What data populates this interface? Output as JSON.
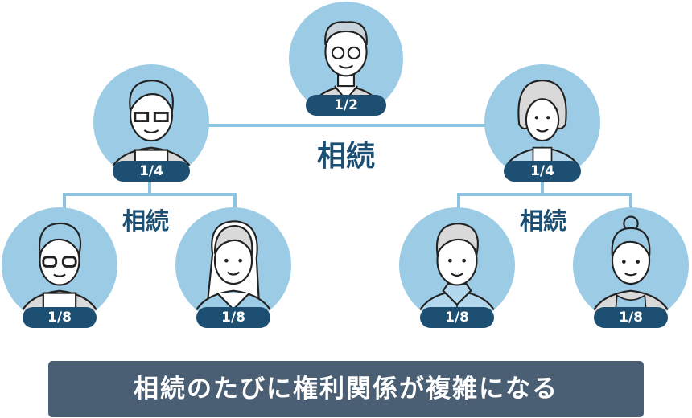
{
  "colors": {
    "circle_fill": "#9ccbe6",
    "line": "#8cc3e0",
    "badge_fill": "#1d4f73",
    "label_text": "#1d4f73",
    "banner_fill": "#4a5f73",
    "banner_text": "#ffffff"
  },
  "tree": {
    "root": {
      "person": "elderly-man-with-glasses",
      "share": "1/2"
    },
    "level1_label": "相続",
    "left_parent": {
      "person": "older-woman-with-glasses",
      "share": "1/4"
    },
    "right_parent": {
      "person": "older-woman-bob-hair",
      "share": "1/4"
    },
    "left_children_label": "相続",
    "right_children_label": "相続",
    "left_children": [
      {
        "person": "young-man-with-glasses",
        "share": "1/8"
      },
      {
        "person": "young-woman-long-hair",
        "share": "1/8"
      }
    ],
    "right_children": [
      {
        "person": "young-man-collared-shirt",
        "share": "1/8"
      },
      {
        "person": "young-woman-hair-bun",
        "share": "1/8"
      }
    ]
  },
  "banner": {
    "text": "相続のたびに権利関係が複雑になる"
  }
}
